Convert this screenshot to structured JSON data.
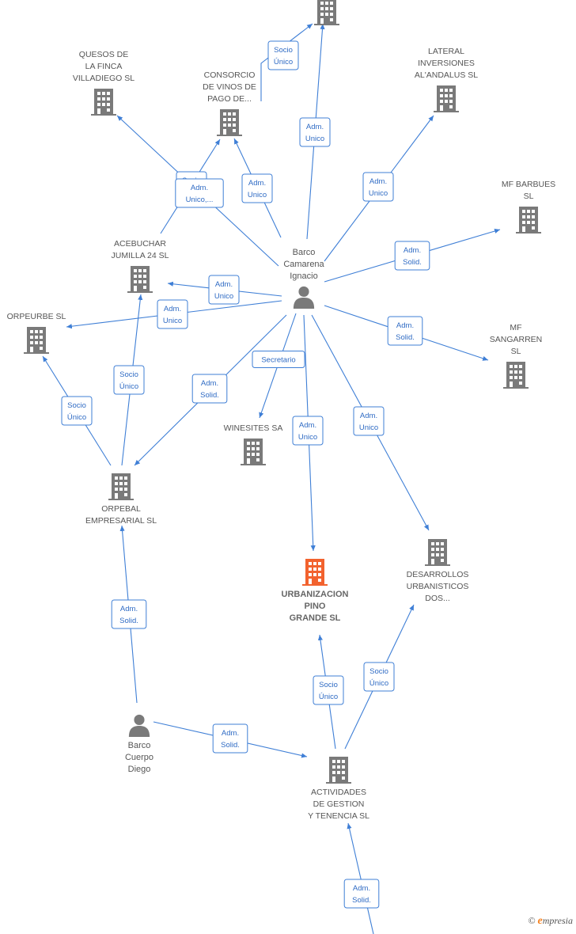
{
  "diagram": {
    "colors": {
      "edge": "#3f7fd6",
      "company": "#7a7a7a",
      "focus_company": "#f2622e",
      "person": "#7a7a7a"
    },
    "nodes": [
      {
        "id": "top-company",
        "kind": "company",
        "lines": []
      },
      {
        "id": "quesos",
        "kind": "company",
        "lines": [
          "QUESOS DE",
          "LA FINCA",
          "VILLADIEGO  SL"
        ]
      },
      {
        "id": "consorcio",
        "kind": "company",
        "lines": [
          "CONSORCIO",
          "DE VINOS DE",
          "PAGO DE..."
        ]
      },
      {
        "id": "lateral",
        "kind": "company",
        "lines": [
          "LATERAL",
          "INVERSIONES",
          "AL'ANDALUS SL"
        ]
      },
      {
        "id": "mf-barbues",
        "kind": "company",
        "lines": [
          "MF BARBUES",
          "SL"
        ]
      },
      {
        "id": "acebuchar",
        "kind": "company",
        "lines": [
          "ACEBUCHAR",
          "JUMILLA 24 SL"
        ]
      },
      {
        "id": "orpeurbe",
        "kind": "company",
        "lines": [
          "ORPEURBE  SL"
        ]
      },
      {
        "id": "mf-sangarren",
        "kind": "company",
        "lines": [
          "MF",
          "SANGARREN",
          "SL"
        ]
      },
      {
        "id": "winesites",
        "kind": "company",
        "lines": [
          "WINESITES SA"
        ]
      },
      {
        "id": "orpebal",
        "kind": "company",
        "lines": [
          "ORPEBAL",
          "EMPRESARIAL SL"
        ]
      },
      {
        "id": "urbanizacion",
        "kind": "focus",
        "lines": [
          "URBANIZACION",
          "PINO",
          "GRANDE  SL"
        ]
      },
      {
        "id": "desarrollos",
        "kind": "company",
        "lines": [
          "DESARROLLOS",
          "URBANISTICOS",
          "DOS..."
        ]
      },
      {
        "id": "actividades",
        "kind": "company",
        "lines": [
          "ACTIVIDADES",
          "DE GESTION",
          "Y TENENCIA SL"
        ]
      },
      {
        "id": "barco-camarena",
        "kind": "person",
        "lines": [
          "Barco",
          "Camarena",
          "Ignacio"
        ]
      },
      {
        "id": "barco-cuerpo",
        "kind": "person",
        "lines": [
          "Barco",
          "Cuerpo",
          "Diego"
        ]
      }
    ],
    "edges": [
      {
        "id": "e-consorcio-top",
        "lines": [
          "Socio",
          "Único"
        ]
      },
      {
        "id": "e-camarena-top",
        "lines": [
          "Adm.",
          "Unico"
        ]
      },
      {
        "id": "e-camarena-lateral",
        "lines": [
          "Adm.",
          "Unico"
        ]
      },
      {
        "id": "e-camarena-consorcio",
        "lines": [
          "Adm.",
          "Unico"
        ]
      },
      {
        "id": "e-acebuchar-consorcio",
        "lines": [
          "Socio",
          "Único"
        ]
      },
      {
        "id": "e-camarena-quesos",
        "lines": [
          "Adm.",
          "Unico,..."
        ]
      },
      {
        "id": "e-camarena-mfbarbues",
        "lines": [
          "Adm.",
          "Solid."
        ]
      },
      {
        "id": "e-camarena-acebuchar",
        "lines": [
          "Adm.",
          "Unico"
        ]
      },
      {
        "id": "e-camarena-orpeurbe",
        "lines": [
          "Adm.",
          "Unico"
        ]
      },
      {
        "id": "e-camarena-mfsangarren",
        "lines": [
          "Adm.",
          "Solid."
        ]
      },
      {
        "id": "e-camarena-winesites",
        "lines": [
          "Secretario"
        ]
      },
      {
        "id": "e-camarena-orpebal",
        "lines": [
          "Adm.",
          "Solid."
        ]
      },
      {
        "id": "e-camarena-urbanizacion",
        "lines": [
          "Adm.",
          "Unico"
        ]
      },
      {
        "id": "e-camarena-desarrollos",
        "lines": [
          "Adm.",
          "Unico"
        ]
      },
      {
        "id": "e-orpebal-acebuchar",
        "lines": [
          "Socio",
          "Único"
        ]
      },
      {
        "id": "e-orpebal-orpeurbe",
        "lines": [
          "Socio",
          "Único"
        ]
      },
      {
        "id": "e-cuerpo-orpebal",
        "lines": [
          "Adm.",
          "Solid."
        ]
      },
      {
        "id": "e-cuerpo-actividades",
        "lines": [
          "Adm.",
          "Solid."
        ]
      },
      {
        "id": "e-actividades-urbanizacion",
        "lines": [
          "Socio",
          "Único"
        ]
      },
      {
        "id": "e-actividades-desarrollos",
        "lines": [
          "Socio",
          "Único"
        ]
      },
      {
        "id": "e-bottom-actividades",
        "lines": [
          "Adm.",
          "Solid."
        ]
      }
    ]
  },
  "watermark": {
    "copyright": "©",
    "brand_initial": "e",
    "brand_rest": "mpresia"
  }
}
